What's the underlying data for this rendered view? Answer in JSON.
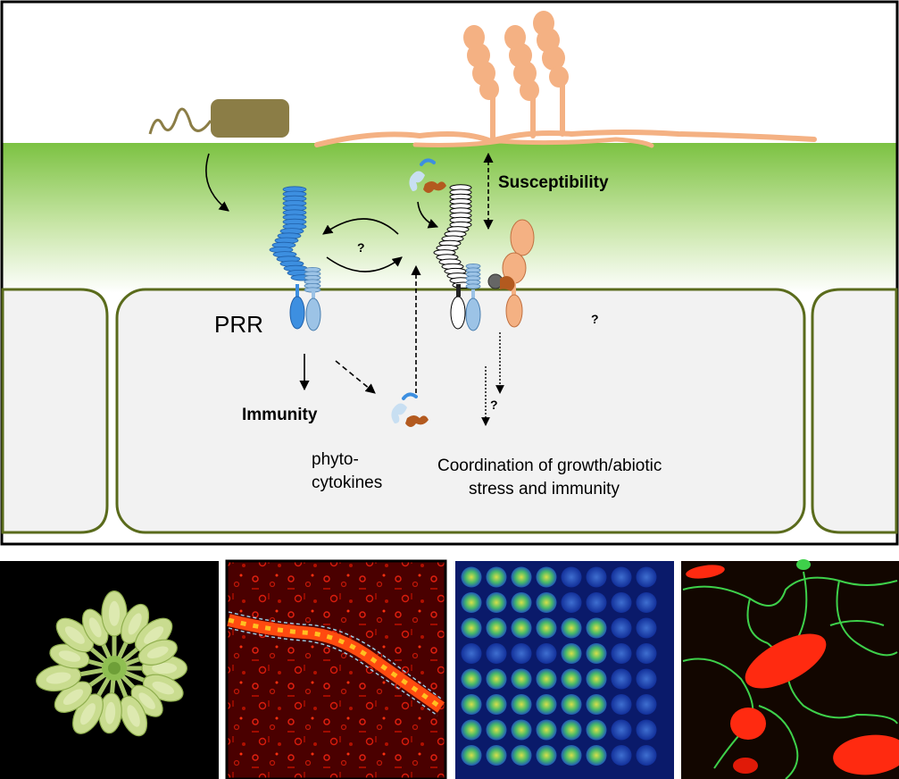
{
  "labels": {
    "prr": "PRR",
    "immunity": "Immunity",
    "susceptibility": "Susceptibility",
    "phyto_line1": "phyto-",
    "phyto_line2": "cytokines",
    "coord_line1": "Coordination of growth/abiotic",
    "coord_line2": "stress and immunity",
    "q_center": "?",
    "q_right": "?",
    "q_lower": "?"
  },
  "colors": {
    "leaf_green": "#7cc242",
    "cell_fill": "#f2f2f2",
    "cell_border": "#5a6b1c",
    "receptor_blue": "#3d8fe0",
    "receptor_light_blue": "#9cc3e6",
    "fungus_orange": "#f4b183",
    "pathogen_box": "#8b7d46",
    "peptide_brown": "#b35a1f"
  },
  "panels": [
    {
      "name": "rosette-photo",
      "description_icon": "arabidopsis-rosette-icon"
    },
    {
      "name": "red-fluorescence-photo",
      "description_icon": "vascular-fluorescence-icon"
    },
    {
      "name": "luminescence-plate-photo",
      "description_icon": "well-plate-icon"
    },
    {
      "name": "green-red-confocal-photo",
      "description_icon": "confocal-cells-icon"
    }
  ]
}
